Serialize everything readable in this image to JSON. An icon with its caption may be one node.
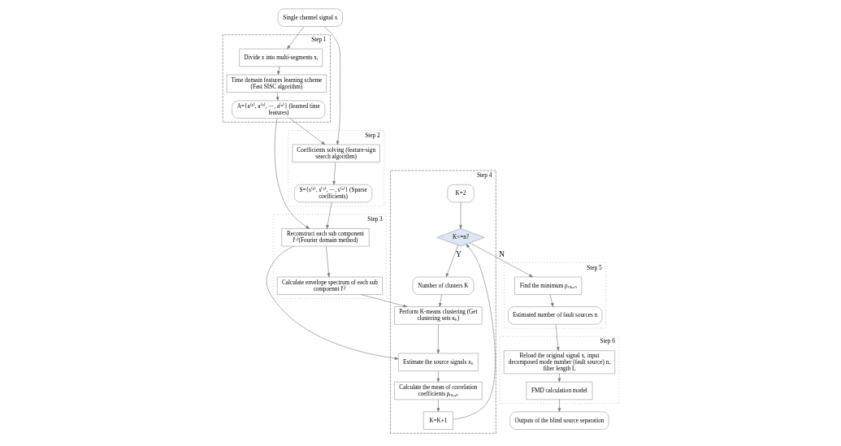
{
  "diagram": {
    "nodes": [
      {
        "text": [
          "Single channel signal x"
        ]
      },
      {
        "text": [
          "Step 1"
        ]
      },
      {
        "text": [
          "Divide x into multi-segments xᵢ"
        ],
        "in": 1
      },
      {
        "text": [
          "Time domain features learning scheme (Fast SISC algorithm)"
        ],
        "in": 1
      },
      {
        "text": [
          "A={a⁽¹⁾, a⁽²⁾, ⋯, a⁽ⁿ⁾} (learned time features)"
        ],
        "in": 1
      },
      {
        "text": [
          "Step 2"
        ]
      },
      {
        "text": [
          "Coefficients solving (feature-sign search algorithm)"
        ],
        "in": 5
      },
      {
        "text": [
          "S={s⁽¹⁾, s⁽²⁾, ⋯, s⁽ⁿ⁾} (Sparse coefficients)"
        ],
        "in": 5
      },
      {
        "text": [
          "Step 3"
        ]
      },
      {
        "text": [
          "Reconstruct each sub component l⁽ʲ⁾(Fourier domain method)"
        ],
        "in": 8
      },
      {
        "text": [
          "Calculate envelope spectrum of each sub compoennt l⁽ʲ⁾"
        ],
        "in": 8
      },
      {
        "text": [
          "Step 4"
        ]
      },
      {
        "text": [
          "K=2"
        ],
        "in": 11
      },
      {
        "text": [
          "K<=n?"
        ],
        "in": 11
      },
      {
        "text": [
          "Number of clusters K"
        ],
        "in": 11
      },
      {
        "text": [
          "Perform K-means clustering (Get clustering sets κₖ)"
        ],
        "in": 11
      },
      {
        "text": [
          "Estimate the source signals xₖ"
        ],
        "in": 11
      },
      {
        "text": [
          "Calculate the mean of correlation coefficients ρₘₑₐₙ"
        ],
        "in": 11
      },
      {
        "text": [
          "K=K+1"
        ],
        "in": 11
      },
      {
        "text": [
          "Step 5"
        ]
      },
      {
        "text": [
          "Find the minimum ρₘₑₐₙ"
        ],
        "in": 19
      },
      {
        "text": [
          "Estimated number of fault sources n"
        ],
        "in": 19
      },
      {
        "text": [
          "Step 6"
        ]
      },
      {
        "text": [
          "Reload the original signal x, input decomposed mode number (fault source) n, filter length L"
        ],
        "in": 22
      },
      {
        "text": [
          "FMD calculation model"
        ],
        "in": 22
      },
      {
        "text": [
          "Outputs of the blind source separation"
        ]
      }
    ],
    "edges": [
      {
        "from": 0,
        "to": 2,
        "arrow": "to"
      },
      {
        "from": 0,
        "to": 6,
        "arrow": "to"
      },
      {
        "from": 2,
        "to": 3,
        "arrow": "to"
      },
      {
        "from": 3,
        "to": 4,
        "arrow": "to"
      },
      {
        "from": 4,
        "to": 6,
        "arrow": "to"
      },
      {
        "from": 6,
        "to": 7,
        "arrow": "to"
      },
      {
        "from": 7,
        "to": 9,
        "arrow": "to"
      },
      {
        "from": 4,
        "to": 9,
        "arrow": "to"
      },
      {
        "from": 9,
        "to": 10,
        "arrow": "to"
      },
      {
        "from": 9,
        "to": 16,
        "arrow": "to"
      },
      {
        "from": 10,
        "to": 15,
        "arrow": "to"
      },
      {
        "from": 12,
        "to": 13,
        "arrow": "to"
      },
      {
        "from": 13,
        "to": 14,
        "arrow": "to",
        "label": "Y"
      },
      {
        "from": 13,
        "to": 20,
        "arrow": "to",
        "label": "N"
      },
      {
        "from": 14,
        "to": 15,
        "arrow": "to"
      },
      {
        "from": 15,
        "to": 16,
        "arrow": "to"
      },
      {
        "from": 16,
        "to": 17,
        "arrow": "to"
      },
      {
        "from": 17,
        "to": 18,
        "arrow": "to"
      },
      {
        "from": 18,
        "to": 13,
        "arrow": "to"
      },
      {
        "from": 20,
        "to": 21,
        "arrow": "to"
      },
      {
        "from": 21,
        "to": 23,
        "arrow": "to"
      },
      {
        "from": 23,
        "to": 24,
        "arrow": "to"
      },
      {
        "from": 24,
        "to": 25,
        "arrow": "to"
      }
    ]
  }
}
